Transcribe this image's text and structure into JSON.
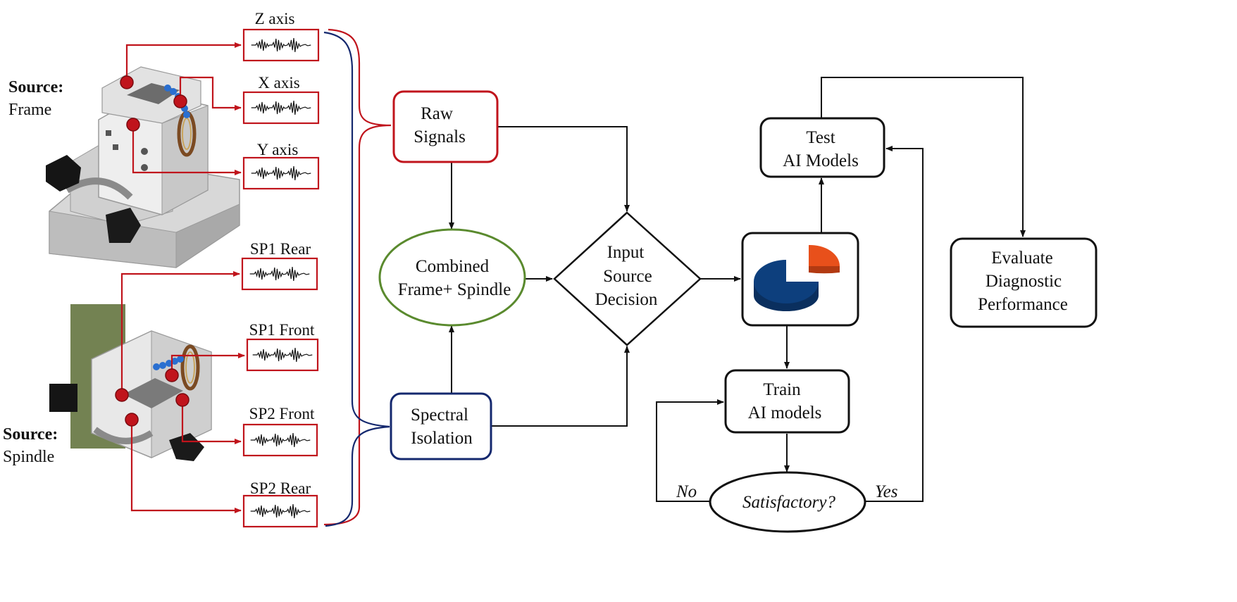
{
  "sources": {
    "frame": {
      "label": "Source:",
      "name": "Frame"
    },
    "spindle": {
      "label": "Source:",
      "name": "Spindle"
    }
  },
  "signals": {
    "z_axis": "Z axis",
    "x_axis": "X axis",
    "y_axis": "Y axis",
    "sp1_rear": "SP1 Rear",
    "sp1_front": "SP1 Front",
    "sp2_front": "SP2 Front",
    "sp2_rear": "SP2 Rear"
  },
  "nodes": {
    "raw_signals": [
      "Raw",
      "Signals"
    ],
    "combined": [
      "Combined",
      "Frame+ Spindle"
    ],
    "spectral": [
      "Spectral",
      "Isolation"
    ],
    "decision": [
      "Input",
      "Source",
      "Decision"
    ],
    "test": [
      "Test",
      "AI Models"
    ],
    "train": [
      "Train",
      "AI models"
    ],
    "satisfactory": "Satisfactory?",
    "evaluate": [
      "Evaluate",
      "Diagnostic",
      "Performance"
    ]
  },
  "edge_labels": {
    "no": "No",
    "yes": "Yes"
  },
  "colors": {
    "red": "#c0141c",
    "navy": "#14286e",
    "green": "#5a8a2e",
    "pie_blue": "#0d3f7d",
    "pie_orange": "#e8501b"
  }
}
